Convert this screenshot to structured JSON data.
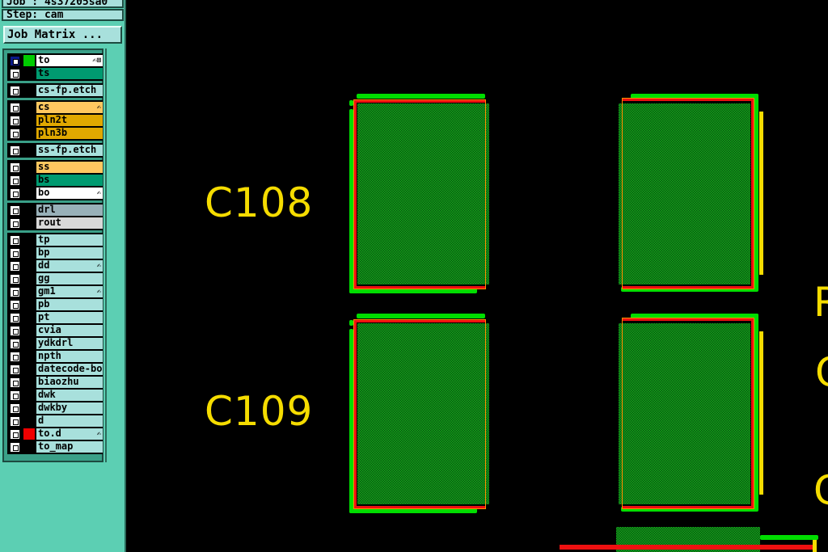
{
  "job": "Job : 4s37205sa0",
  "step": "Step: cam",
  "job_matrix": "Job Matrix ...",
  "layers": [
    {
      "name": "to",
      "color": "#ffffff",
      "swatch": "#00cc00",
      "selected": true,
      "hand": "✍⊞"
    },
    {
      "name": "ts",
      "color": "#009a70"
    },
    {
      "name": "cs-fp.etch",
      "color": "#a8e0dc"
    },
    {
      "name": "cs",
      "color": "#ffc860",
      "hand": "✍"
    },
    {
      "name": "pln2t",
      "color": "#e0a800"
    },
    {
      "name": "pln3b",
      "color": "#e0a800"
    },
    {
      "name": "ss-fp.etch",
      "color": "#a8e0dc"
    },
    {
      "name": "ss",
      "color": "#ffc860"
    },
    {
      "name": "bs",
      "color": "#009a70"
    },
    {
      "name": "bo",
      "color": "#ffffff",
      "hand": "✍"
    },
    {
      "name": "drl",
      "color": "#98b0b8"
    },
    {
      "name": "rout",
      "color": "#d8d8d8"
    },
    {
      "name": "tp",
      "color": "#a8e0dc"
    },
    {
      "name": "bp",
      "color": "#a8e0dc"
    },
    {
      "name": "dd",
      "color": "#a8e0dc",
      "hand": "✍"
    },
    {
      "name": "gg",
      "color": "#a8e0dc"
    },
    {
      "name": "gm1",
      "color": "#a8e0dc",
      "hand": "✍"
    },
    {
      "name": "pb",
      "color": "#a8e0dc"
    },
    {
      "name": "pt",
      "color": "#a8e0dc"
    },
    {
      "name": "cvia",
      "color": "#a8e0dc"
    },
    {
      "name": "ydkdrl",
      "color": "#a8e0dc"
    },
    {
      "name": "npth",
      "color": "#a8e0dc"
    },
    {
      "name": "datecode-bo",
      "color": "#a8e0dc"
    },
    {
      "name": "biaozhu",
      "color": "#a8e0dc"
    },
    {
      "name": "dwk",
      "color": "#a8e0dc"
    },
    {
      "name": "dwkby",
      "color": "#a8e0dc"
    },
    {
      "name": "d",
      "color": "#a8e0dc"
    },
    {
      "name": "to.d",
      "color": "#a8e0dc",
      "swatch": "#ee0000",
      "hand": "✍"
    },
    {
      "name": "to_map",
      "color": "#a8e0dc"
    }
  ],
  "canvas": {
    "labels": [
      "C108",
      "C109"
    ],
    "partial_labels": [
      "R",
      "C",
      "C"
    ]
  }
}
